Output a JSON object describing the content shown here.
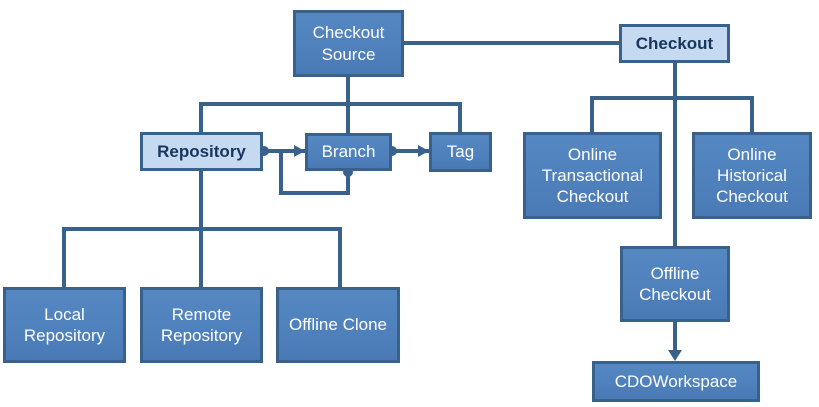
{
  "colors": {
    "node_fill_dark": "#4F81BD",
    "node_fill_light": "#C5D9F1",
    "node_border": "#38618C",
    "connector_line": "#38618C",
    "text_on_dark": "#FFFFFF",
    "text_on_light": "#17365D"
  },
  "nodes": {
    "checkout_source": {
      "label": "Checkout Source"
    },
    "checkout": {
      "label": "Checkout"
    },
    "repository": {
      "label": "Repository"
    },
    "branch": {
      "label": "Branch"
    },
    "tag": {
      "label": "Tag"
    },
    "online_transactional_checkout": {
      "label": "Online Transactional Checkout"
    },
    "online_historical_checkout": {
      "label": "Online Historical Checkout"
    },
    "local_repository": {
      "label": "Local Repository"
    },
    "remote_repository": {
      "label": "Remote Repository"
    },
    "offline_clone": {
      "label": "Offline Clone"
    },
    "offline_checkout": {
      "label": "Offline Checkout"
    },
    "cdo_workspace": {
      "label": "CDOWorkspace"
    }
  },
  "edges": [
    {
      "from": "checkout_source",
      "to": "checkout",
      "type": "association"
    },
    {
      "parent": "checkout_source",
      "children": [
        "repository",
        "branch",
        "tag"
      ],
      "type": "tree"
    },
    {
      "from": "repository",
      "to": "branch",
      "type": "dot-to-arrow"
    },
    {
      "from": "branch",
      "to": "branch",
      "type": "self-loop-dot-to-arrow"
    },
    {
      "from": "branch",
      "to": "tag",
      "type": "dot-to-arrow"
    },
    {
      "parent": "repository",
      "children": [
        "local_repository",
        "remote_repository",
        "offline_clone"
      ],
      "type": "tree"
    },
    {
      "parent": "checkout",
      "children": [
        "online_transactional_checkout",
        "online_historical_checkout",
        "offline_checkout"
      ],
      "type": "tree"
    },
    {
      "from": "offline_checkout",
      "to": "cdo_workspace",
      "type": "arrow"
    }
  ]
}
